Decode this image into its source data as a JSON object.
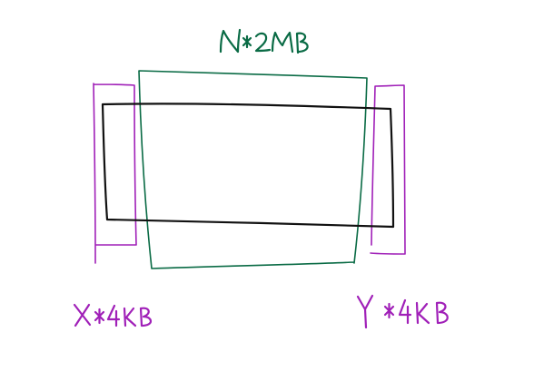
{
  "labels": {
    "top": "N*2MB",
    "left": "X*4KB",
    "right": "Y*4KB"
  },
  "colors": {
    "background": "#ffffff",
    "black_box": "#111111",
    "green": "#0a6b45",
    "purple": "#a020b8"
  }
}
